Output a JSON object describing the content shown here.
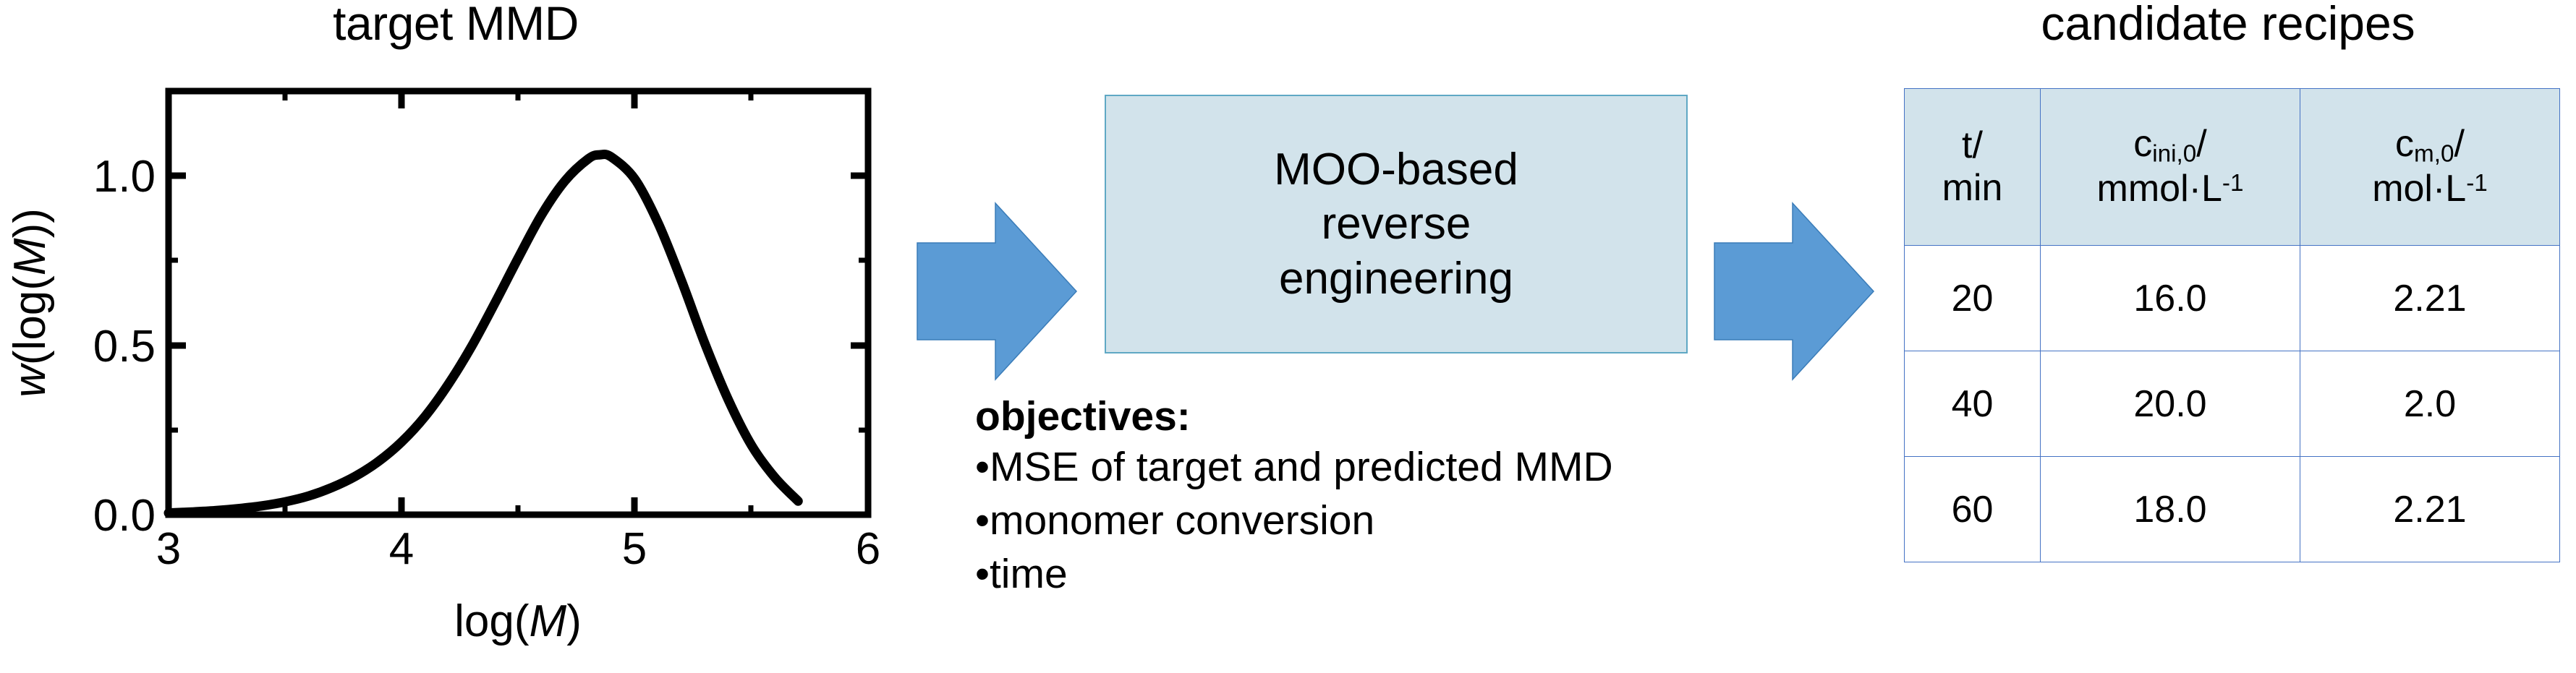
{
  "chart": {
    "title": "target MMD",
    "xlabel_prefix": "log(",
    "xlabel_var": "M",
    "xlabel_suffix": ")",
    "ylabel_prefix": "w",
    "ylabel_open": "(log(",
    "ylabel_var": "M",
    "ylabel_close": "))",
    "x_ticks": [
      "3",
      "4",
      "5",
      "6"
    ],
    "y_ticks": [
      "0.0",
      "0.5",
      "1.0"
    ]
  },
  "chart_data": {
    "type": "line",
    "title": "target MMD",
    "xlabel": "log(M)",
    "ylabel": "w(log(M))",
    "xlim": [
      3,
      6
    ],
    "ylim": [
      0.0,
      1.25
    ],
    "xticks": [
      3,
      4,
      5,
      6
    ],
    "yticks": [
      0.0,
      0.5,
      1.0
    ],
    "xminorticks": [
      3.5,
      4.5,
      5.5
    ],
    "yminorticks": [
      0.25,
      0.75,
      1.25
    ],
    "grid": false,
    "legend": null,
    "series": [
      {
        "name": "target MMD",
        "x": [
          3.0,
          3.1,
          3.2,
          3.3,
          3.4,
          3.5,
          3.6,
          3.7,
          3.8,
          3.9,
          4.0,
          4.1,
          4.2,
          4.3,
          4.4,
          4.5,
          4.6,
          4.7,
          4.8,
          4.85,
          4.9,
          5.0,
          5.1,
          5.2,
          5.3,
          5.4,
          5.5,
          5.6,
          5.7
        ],
        "y": [
          0.005,
          0.008,
          0.012,
          0.018,
          0.026,
          0.038,
          0.055,
          0.08,
          0.113,
          0.157,
          0.215,
          0.29,
          0.385,
          0.497,
          0.625,
          0.758,
          0.885,
          0.985,
          1.05,
          1.062,
          1.055,
          0.99,
          0.86,
          0.69,
          0.505,
          0.34,
          0.205,
          0.11,
          0.04
        ]
      }
    ]
  },
  "flow": {
    "arrow1_name": "arrow-to-moo",
    "arrow2_name": "arrow-to-recipes",
    "arrow_color": "#5B9BD5"
  },
  "moo": {
    "lines": [
      "MOO-based",
      "reverse",
      "engineering"
    ],
    "fill_color": "#D2E3EB",
    "border_color": "#5FA8C4"
  },
  "objectives": {
    "heading": "objectives:",
    "bullet": "•",
    "items": [
      "MSE of target and predicted MMD",
      "monomer conversion",
      "time"
    ]
  },
  "recipes": {
    "title": "candidate recipes",
    "header_fill": "#D2E3EB",
    "border_color": "#4472C4",
    "columns": [
      {
        "line1": "t/",
        "line2": "min",
        "symbol": "t",
        "sub": "",
        "unit": "min"
      },
      {
        "line1": "c_ini,0/",
        "line2": "mmol·L⁻¹",
        "symbol": "c",
        "sub": "ini,0",
        "unit": "mmol·L⁻¹"
      },
      {
        "line1": "c_m,0/",
        "line2": "mol·L⁻¹",
        "symbol": "c",
        "sub": "m,0",
        "unit": "mol·L⁻¹"
      }
    ],
    "rows": [
      [
        "20",
        "16.0",
        "2.21"
      ],
      [
        "40",
        "20.0",
        "2.0"
      ],
      [
        "60",
        "18.0",
        "2.21"
      ]
    ]
  }
}
